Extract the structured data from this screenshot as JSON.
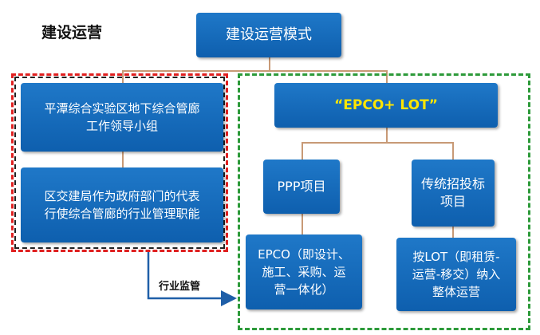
{
  "section_title": "建设运营",
  "top_box": "建设运营模式",
  "left_box_1": "平潭综合实验区地下综合管廊\n工作领导小组",
  "left_box_2": "区交建局作为政府部门的代表\n行使综合管廊的行业管理职能",
  "right_top_box": "“EPCO+ LOT”",
  "ppp_box": "PPP项目",
  "tender_box": "传统招投标\n项目",
  "epco_box": "EPCO（即设计、\n施工、采购、运\n营一体化）",
  "lot_box": "按LOT（即租赁-\n运营-移交）纳入\n整体运营",
  "arrow_label": "行业监管"
}
